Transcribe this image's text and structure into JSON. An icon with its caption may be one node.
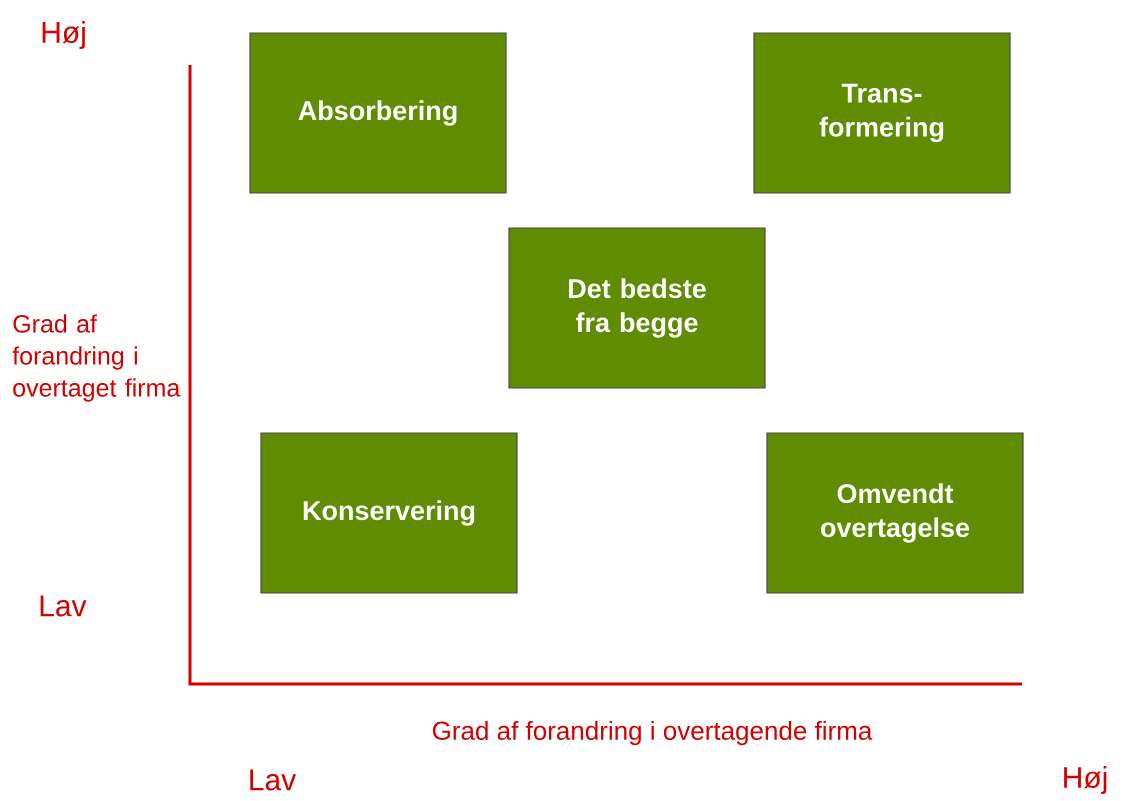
{
  "diagram": {
    "nodes": [
      {
        "text": [
          "Absorbering"
        ]
      },
      {
        "text": [
          "Trans- formering"
        ]
      },
      {
        "text": [
          "Det bedste fra begge"
        ]
      },
      {
        "text": [
          "Konservering"
        ]
      },
      {
        "text": [
          "Omvendt overtagelse"
        ]
      }
    ],
    "labels": [
      "Høj",
      "Grad af forandring i overtaget firma",
      "Lav",
      "Grad af forandring i overtagende firma",
      "Lav",
      "Høj"
    ]
  }
}
